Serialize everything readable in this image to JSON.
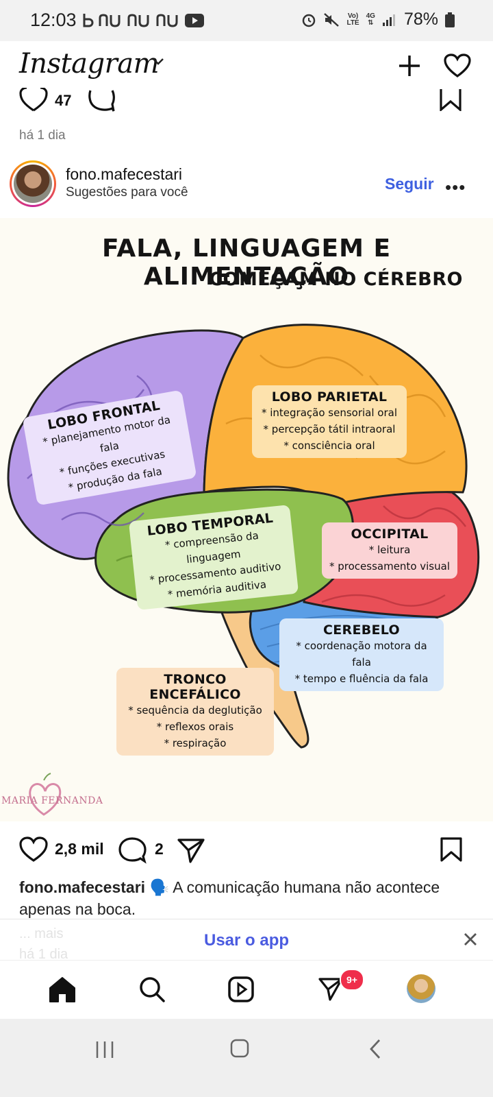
{
  "status_bar": {
    "time": "12:03",
    "battery": "78%",
    "network_small_top": "Vo)",
    "network_small_bottom": "LTE",
    "signal_label": "4G"
  },
  "header": {
    "logo_text": "Instagram",
    "icons": [
      "chevron-down-icon",
      "plus-icon",
      "heart-icon"
    ]
  },
  "previous_post": {
    "likes": "47",
    "date": "há 1 dia"
  },
  "post": {
    "username": "fono.mafecestari",
    "subtitle": "Sugestões para você",
    "follow_label": "Seguir",
    "more_label": "•••",
    "image": {
      "title_line1": "FALA, LINGUAGEM E ALIMENTAÇÃO",
      "title_line2": "COMEÇAM  NO CÉREBRO",
      "lobes": {
        "frontal": {
          "title": "LOBO FRONTAL",
          "lines": [
            "* planejamento motor da fala",
            "* funções executivas",
            "* produção da fala"
          ]
        },
        "parietal": {
          "title": "LOBO PARIETAL",
          "lines": [
            "* integração sensorial oral",
            "* percepção tátil intraoral",
            "* consciência oral"
          ]
        },
        "temporal": {
          "title": "LOBO TEMPORAL",
          "lines": [
            "* compreensão da linguagem",
            "* processamento auditivo",
            "* memória auditiva"
          ]
        },
        "occipital": {
          "title": "OCCIPITAL",
          "lines": [
            "* leitura",
            "* processamento visual"
          ]
        },
        "cerebelo": {
          "title": "CEREBELO",
          "lines": [
            "* coordenação motora da fala",
            "* tempo e fluência da fala"
          ]
        },
        "tronco": {
          "title": "TRONCO ENCEFÁLICO",
          "lines": [
            "* sequência da deglutição",
            "* reflexos orais",
            "* respiração"
          ]
        }
      },
      "watermark_text": "MARIA FERNANDA"
    },
    "likes": "2,8 mil",
    "comments": "2",
    "caption_user": "fono.mafecestari",
    "caption_text": " 🗣️ A comunicação humana não acontece apenas na boca."
  },
  "app_banner": {
    "faded_line1": "... mais",
    "faded_line2": "há 1 dia",
    "label": "Usar o app"
  },
  "bottom_nav": {
    "badge": "9+"
  },
  "colors": {
    "accent_blue": "#3d5fe0",
    "frontal": "#b79ae8",
    "parietal": "#fbb13c",
    "temporal": "#8fc04f",
    "occipital": "#e94f57",
    "cerebelo": "#5b9ee6",
    "tronco": "#f7c98a"
  }
}
